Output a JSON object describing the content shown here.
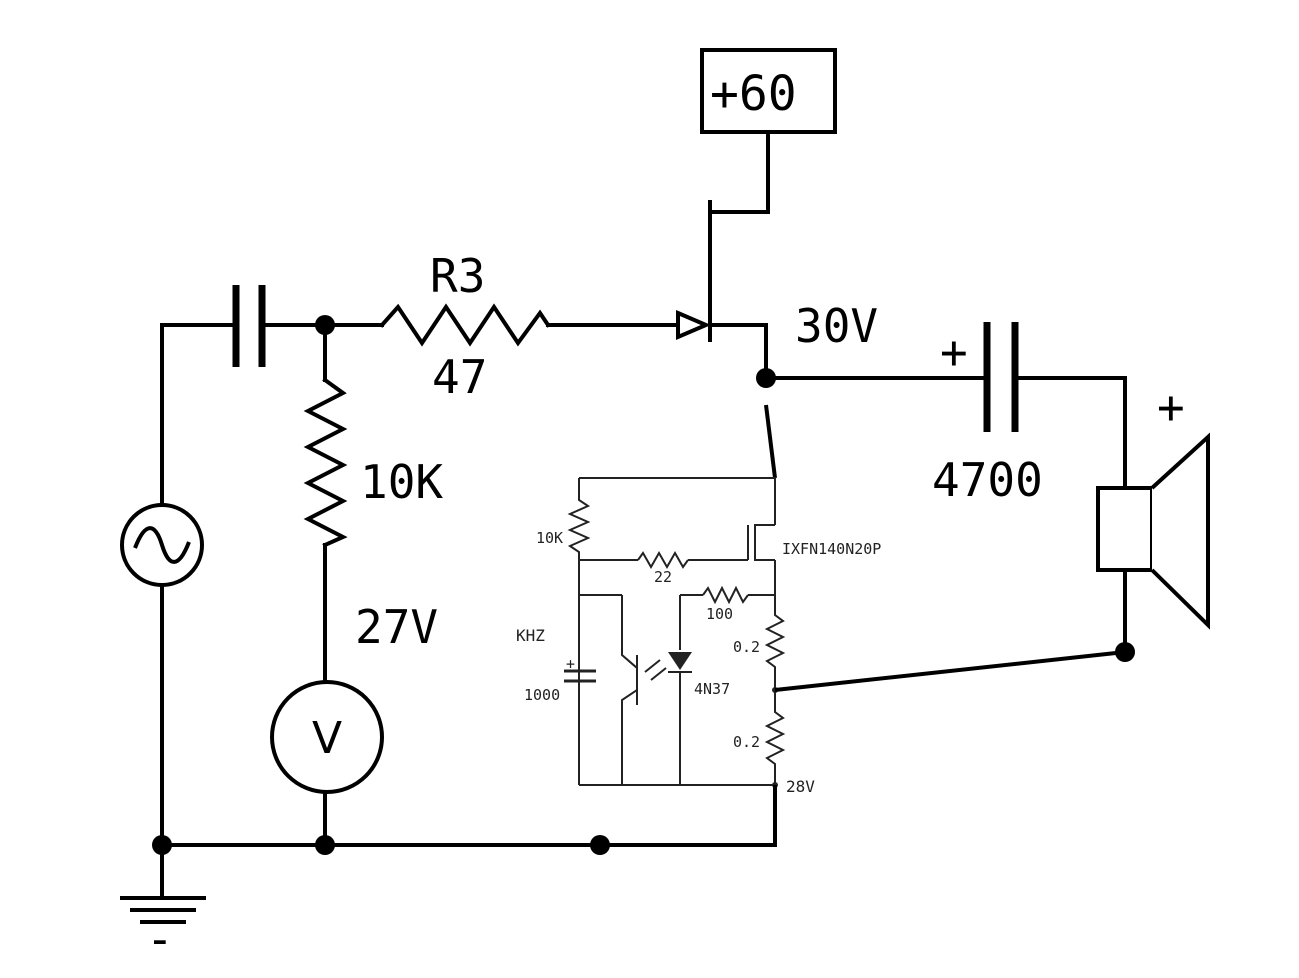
{
  "supply": {
    "label": "+60"
  },
  "resistors": {
    "r3_name": "R3",
    "r3_value": "47",
    "bias_value": "10K",
    "gate_value": "10K",
    "series_gate_value": "22",
    "feedback_value": "100",
    "sense_upper_value": "0.2",
    "sense_lower_value": "0.2"
  },
  "capacitors": {
    "output_value": "4700",
    "output_polarity": "+",
    "timing_value": "1000",
    "timing_polarity": "+"
  },
  "voltages": {
    "emitter_node": "30V",
    "meter_reading": "27V",
    "sense_node": "28V"
  },
  "devices": {
    "mosfet_part": "IXFN140N20P",
    "optocoupler_part": "4N37",
    "fragment_text": "KHZ",
    "meter_symbol": "V",
    "source_symbol": "~"
  },
  "speaker": {
    "polarity": "+"
  },
  "ground": {
    "minus": "-"
  }
}
